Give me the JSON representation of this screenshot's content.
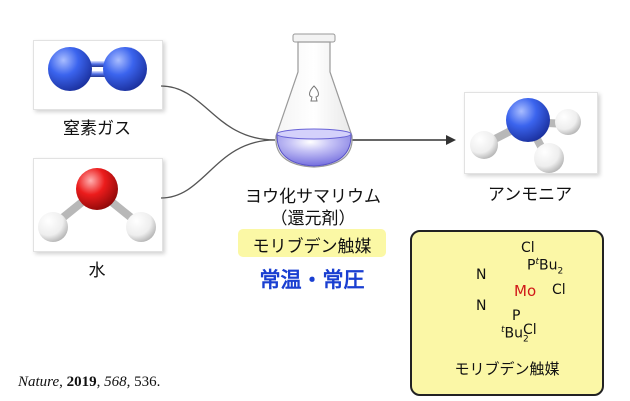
{
  "reactants": {
    "nitrogen_label": "窒素ガス",
    "water_label": "水"
  },
  "reagent": {
    "name": "ヨウ化サマリウム",
    "role": "（還元剤）"
  },
  "catalyst": {
    "label": "モリブデン触媒",
    "panel_caption": "モリブデン触媒",
    "atoms": {
      "cl_top": "Cl",
      "cl_right": "Cl",
      "cl_bottom": "Cl",
      "mo": "Mo",
      "n_upper": "N",
      "n_lower": "N",
      "p_upper": "P",
      "p_lower": "P",
      "tbu_prefix": "t",
      "tbu_main": "Bu",
      "tbu_sub": "2"
    }
  },
  "conditions": "常温・常圧",
  "product": {
    "label": "アンモニア"
  },
  "citation": {
    "journal": "Nature",
    "year": "2019",
    "volume": "568",
    "page": "536."
  },
  "colors": {
    "nitrogen": "#2f57e0",
    "oxygen": "#e0141a",
    "hydrogen": "#f2f2f2",
    "flask_liquid": "#8a85e6",
    "catalyst_bg": "#fbf7a6",
    "highlight": "#fbf8a5",
    "conditions_text": "#1a3fd1",
    "molybdenum": "#d01818"
  }
}
